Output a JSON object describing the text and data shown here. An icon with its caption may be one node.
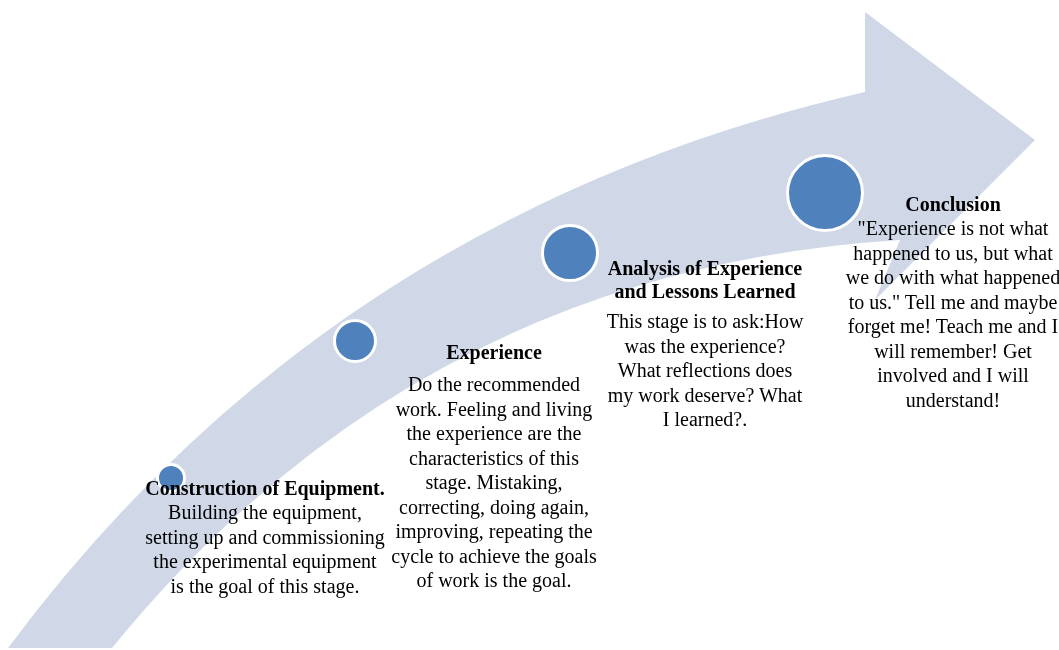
{
  "diagram": {
    "nodes": [
      {
        "text": [],
        "shape": "circle"
      },
      {
        "text": [
          "Construction of Equipment.",
          "Building the equipment, setting up and commissioning the experimental equipment is the goal of this stage."
        ]
      },
      {
        "text": [],
        "shape": "circle"
      },
      {
        "text": [
          "Experience",
          "Do the recommended work. Feeling and living the experience are the characteristics of this stage. Mistaking, correcting, doing again, improving, repeating the cycle to achieve the goals of work is the goal."
        ]
      },
      {
        "text": [],
        "shape": "circle"
      },
      {
        "text": [
          "Analysis of Experience and Lessons Learned",
          "This stage is to ask:How was the experience? What reflections does my work deserve? What I learned?."
        ]
      },
      {
        "text": [],
        "shape": "circle"
      },
      {
        "text": [
          "Conclusion",
          "\"Experience is not what happened to us, but what we do with what happened to us.\" Tell me and maybe forget me! Teach me and I will remember! Get involved and I will understand!"
        ]
      }
    ]
  }
}
